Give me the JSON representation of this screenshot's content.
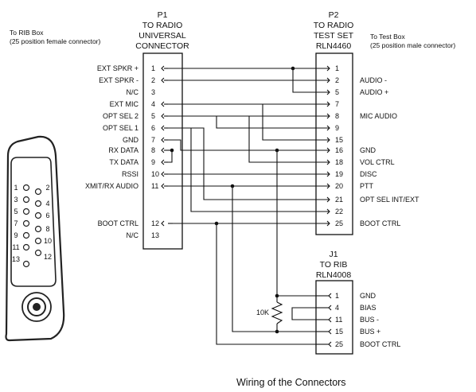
{
  "rib_note": {
    "line1": "To RIB Box",
    "line2": "(25 position female connector)"
  },
  "test_note": {
    "line1": "To Test Box",
    "line2": "(25 position male connector)"
  },
  "p1": {
    "header": [
      "P1",
      "TO RADIO",
      "UNIVERSAL",
      "CONNECTOR"
    ],
    "pins": [
      {
        "num": "1",
        "label": "EXT SPKR +"
      },
      {
        "num": "2",
        "label": "EXT SPKR -"
      },
      {
        "num": "3",
        "label": "N/C"
      },
      {
        "num": "4",
        "label": "EXT MIC"
      },
      {
        "num": "5",
        "label": "OPT SEL 2"
      },
      {
        "num": "6",
        "label": "OPT SEL 1"
      },
      {
        "num": "7",
        "label": "GND"
      },
      {
        "num": "8",
        "label": "RX DATA"
      },
      {
        "num": "9",
        "label": "TX DATA"
      },
      {
        "num": "10",
        "label": "RSSI"
      },
      {
        "num": "11",
        "label": "XMIT/RX AUDIO"
      },
      {
        "num": "12",
        "label": "BOOT CTRL"
      },
      {
        "num": "13",
        "label": "N/C"
      }
    ]
  },
  "p2": {
    "header": [
      "P2",
      "TO RADIO",
      "TEST SET",
      "RLN4460"
    ],
    "pins": [
      {
        "num": "1",
        "label": ""
      },
      {
        "num": "2",
        "label": "AUDIO -"
      },
      {
        "num": "5",
        "label": "AUDIO +"
      },
      {
        "num": "7",
        "label": ""
      },
      {
        "num": "8",
        "label": "MIC AUDIO"
      },
      {
        "num": "9",
        "label": ""
      },
      {
        "num": "15",
        "label": ""
      },
      {
        "num": "16",
        "label": "GND"
      },
      {
        "num": "18",
        "label": "VOL CTRL"
      },
      {
        "num": "19",
        "label": "DISC"
      },
      {
        "num": "20",
        "label": "PTT"
      },
      {
        "num": "21",
        "label": "OPT SEL INT/EXT"
      },
      {
        "num": "22",
        "label": ""
      },
      {
        "num": "25",
        "label": "BOOT CTRL"
      }
    ]
  },
  "j1": {
    "header": [
      "J1",
      "TO RIB",
      "RLN4008"
    ],
    "pins": [
      {
        "num": "1",
        "label": "GND"
      },
      {
        "num": "4",
        "label": "BIAS"
      },
      {
        "num": "11",
        "label": "BUS -"
      },
      {
        "num": "15",
        "label": "BUS +"
      },
      {
        "num": "25",
        "label": "BOOT CTRL"
      }
    ]
  },
  "resistor_label": "10K",
  "connector_pins": [
    "1",
    "2",
    "3",
    "4",
    "5",
    "6",
    "7",
    "8",
    "9",
    "10",
    "11",
    "12",
    "13"
  ],
  "caption": "Wiring of the Connectors"
}
